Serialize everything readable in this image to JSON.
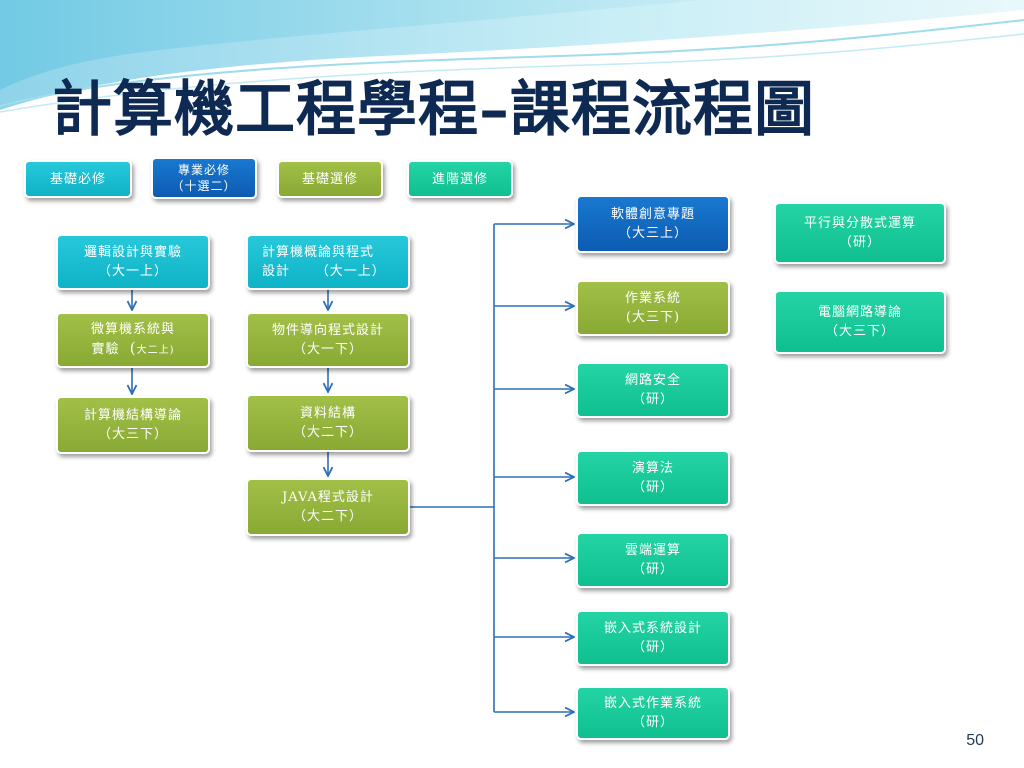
{
  "title": "計算機工程學程–課程流程圖",
  "legend": {
    "basic_required": "基礎必修",
    "core_required": [
      "專業必修",
      "（十選二）"
    ],
    "basic_elective": "基礎選修",
    "advanced_elective": "進階選修"
  },
  "courses": {
    "logic": [
      "邏輯設計與實驗",
      "（大一上）"
    ],
    "micro": [
      "微算機系統與",
      "實驗",
      "(",
      "大二上)"
    ],
    "arch": [
      "計算機結構導論",
      "（大三下）"
    ],
    "intro": [
      "計算機概論與程式",
      "設計",
      "（大一上）"
    ],
    "oop": [
      "物件導向程式設計",
      "（大一下）"
    ],
    "ds": [
      "資料結構",
      "（大二下）"
    ],
    "java": [
      "JAVA程式設計",
      "（大二下）"
    ],
    "software": [
      "軟體創意專題",
      "（大三上）"
    ],
    "os": [
      "作業系統",
      "(大三下)"
    ],
    "security": [
      "網路安全",
      "（研）"
    ],
    "algo": [
      "演算法",
      "（研）"
    ],
    "cloud": [
      "雲端運算",
      "（研）"
    ],
    "embedded_design": [
      "嵌入式系統設計",
      "（研）"
    ],
    "embedded_os": [
      "嵌入式作業系統",
      "（研）"
    ],
    "parallel": [
      "平行與分散式運算",
      "（研）"
    ],
    "network": [
      "電腦網路導論",
      "（大三下）"
    ]
  },
  "page_number": "50",
  "colors": {
    "basic_required": "#16bcd0",
    "core_required": "#0f66bf",
    "basic_elective": "#96b63f",
    "advanced_elective": "#19c99a",
    "connector": "#2f6fb6",
    "title": "#0f2a52"
  }
}
